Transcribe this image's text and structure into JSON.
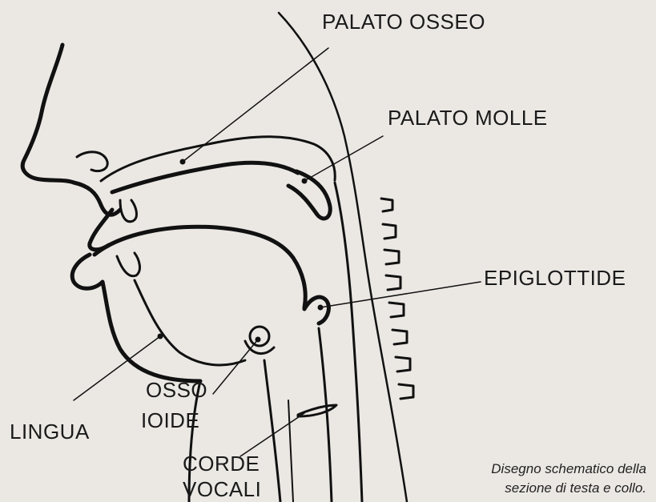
{
  "labels": {
    "palato_osseo": "PALATO OSSEO",
    "palato_molle": "PALATO MOLLE",
    "epiglottide": "EPIGLOTTIDE",
    "osso": "OSSO",
    "ioide": "IOIDE",
    "lingua": "LINGUA",
    "corde": "CORDE",
    "vocali": "VOCALI"
  },
  "caption": {
    "line1": "Disegno schematico della",
    "line2": "sezione di testa e collo."
  }
}
